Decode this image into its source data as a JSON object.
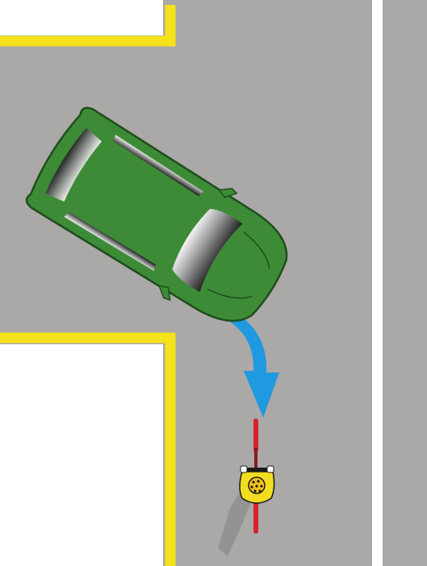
{
  "scene": {
    "type": "road-safety-illustration",
    "elements": [
      "road",
      "yellow-curb-line",
      "white-lane-line",
      "green-car",
      "blue-turn-arrow",
      "cyclist"
    ]
  },
  "colors": {
    "road": "#aba8a8",
    "sidewalk": "#ffffff",
    "curb_line": "#f5e21b",
    "car_body": "#3d8b37",
    "car_outline": "#1f4d1d",
    "arrow": "#1f9ae0",
    "bike_frame": "#d8242a",
    "rider_shirt": "#f2dc1e",
    "rider_helmet": "#f2c21a",
    "lane_line": "#ffffff"
  },
  "icons": {
    "car": "car-icon",
    "arrow": "turn-arrow-icon",
    "cyclist": "cyclist-icon"
  }
}
